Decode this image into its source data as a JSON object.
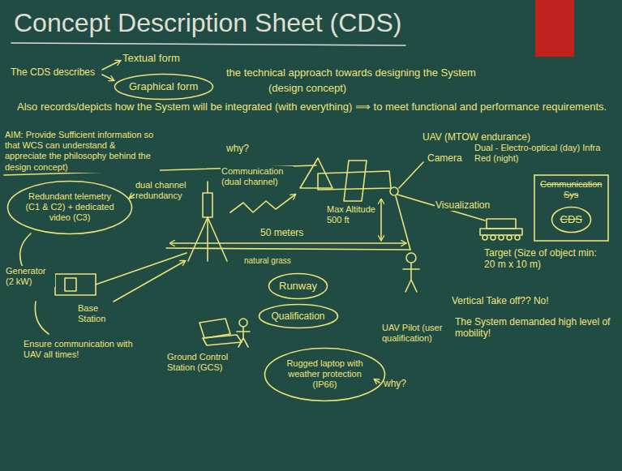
{
  "diagram": {
    "title": "Concept Description Sheet (CDS)",
    "nodes": [
      {
        "text": [
          "Graphical form"
        ]
      },
      {
        "text": [
          "Redundant telemetry (C1 & C2) + dedicated video (C3)"
        ]
      },
      {
        "text": [
          "Runway"
        ]
      },
      {
        "text": [
          "Qualification"
        ]
      },
      {
        "text": [
          "Rugged laptop with weather protection (IP66)"
        ]
      },
      {
        "text": [
          "Communication",
          "Sys"
        ]
      },
      {
        "text": [
          "CDS"
        ],
        "in": 5
      }
    ],
    "labels": [
      "The CDS describes",
      "Textual form",
      "the technical approach towards designing the System",
      "(design concept)",
      "Also records/depicts how the System will be integrated (with everything) ⟹ to meet functional and performance requirements.",
      "AIM: Provide Sufficient information so that WCS can understand & appreciate the philosophy behind the design concept)",
      "UAV (MTOW endurance)",
      "Camera",
      "Dual - Electro-optical (day) Infra Red (night)",
      "why?",
      "dual channel redundancy",
      "Communication (dual channel)",
      "Max Altitude 500 ft",
      "Visualization",
      "50 meters",
      "Generator (2 kW)",
      "Base Station",
      "Ensure communication with UAV all times!",
      "Ground Control Station (GCS)",
      "natural grass",
      "UAV Pilot (user qualification)",
      "why?",
      "Target (Size of object min: 20 m x 10 m)",
      "Vertical Take off?? No!",
      "The System demanded high level of mobility!"
    ]
  }
}
